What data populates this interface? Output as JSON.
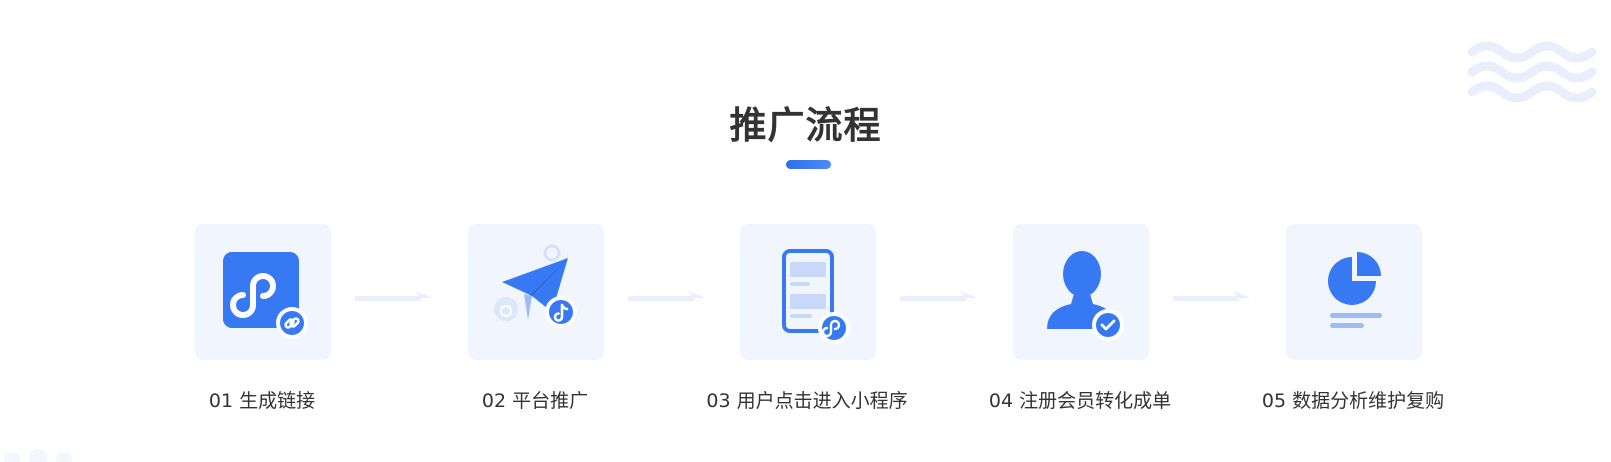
{
  "section": {
    "title": "推广流程"
  },
  "steps": [
    {
      "label": "01 生成链接",
      "icon": "mini-program-link-icon"
    },
    {
      "label": "02 平台推广",
      "icon": "paper-plane-share-icon"
    },
    {
      "label": "03 用户点击进入小程序",
      "icon": "phone-mini-program-icon"
    },
    {
      "label": "04 注册会员转化成单",
      "icon": "member-verified-icon"
    },
    {
      "label": "05 数据分析维护复购",
      "icon": "pie-chart-report-icon"
    }
  ],
  "colors": {
    "accent": "#3679f2",
    "card_bg": "#f1f5fd",
    "text": "#333333",
    "arrow": "#e9effb",
    "decor": "#e8eefb"
  }
}
